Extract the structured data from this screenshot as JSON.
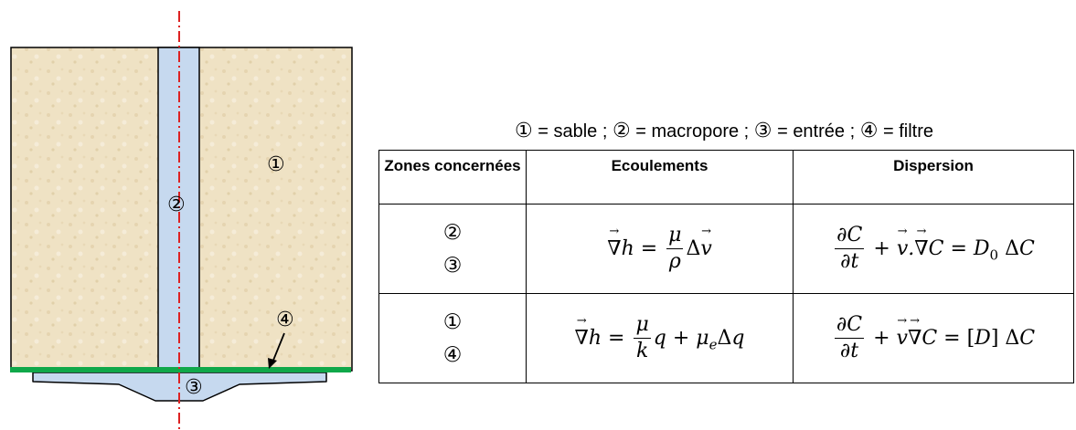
{
  "legend": {
    "items": [
      {
        "marker": "①",
        "label": "sable"
      },
      {
        "marker": "②",
        "label": "macropore"
      },
      {
        "marker": "③",
        "label": "entrée"
      },
      {
        "marker": "④",
        "label": "filtre"
      }
    ],
    "assign": " = ",
    "separator": " ; "
  },
  "diagram": {
    "zone_labels": {
      "sand": "①",
      "macropore": "②",
      "inlet": "③",
      "filter": "④"
    },
    "colors": {
      "sand": "#efe2c4",
      "macropore": "#c6d9ef",
      "filter": "#10a84a",
      "axis": "#dd2222",
      "outline": "#000000"
    }
  },
  "table": {
    "headers": [
      "Zones concernées",
      "Ecoulements",
      "Dispersion"
    ],
    "rows": [
      {
        "zones": [
          "②",
          "③"
        ]
      },
      {
        "zones": [
          "①",
          "④"
        ]
      }
    ]
  }
}
